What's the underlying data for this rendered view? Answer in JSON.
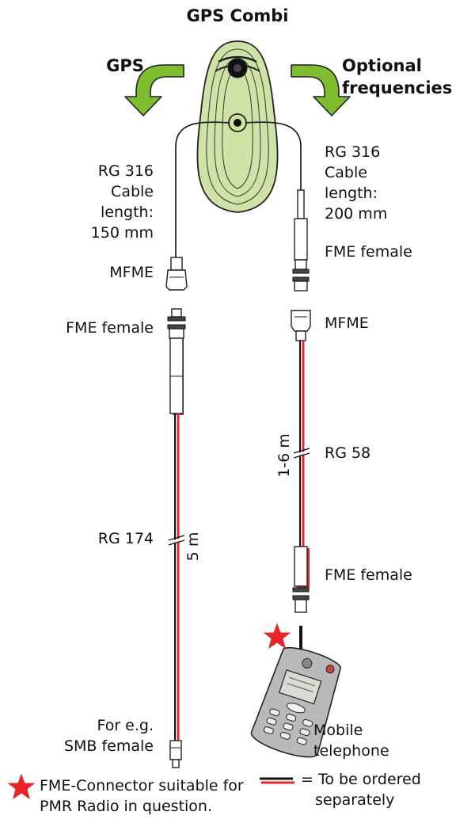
{
  "title": "GPS Combi",
  "left_header": "GPS",
  "right_header": [
    "Optional",
    "frequencies"
  ],
  "left_cable": {
    "lines": [
      "RG 316",
      "Cable",
      "length:",
      "150 mm"
    ]
  },
  "right_cable": {
    "lines": [
      "RG 316",
      "Cable",
      "length:",
      "200 mm"
    ]
  },
  "labels": {
    "mfme_left": "MFME",
    "fme_female_right_top": "FME female",
    "fme_female_left": "FME female",
    "mfme_right": "MFME",
    "rg58": "RG 58",
    "rg58_length": "1-6 m",
    "rg174": "RG 174",
    "rg174_length": "5 m",
    "fme_female_right_bottom": "FME female",
    "smb": [
      "For e.g.",
      "SMB female"
    ],
    "mobile": [
      "Mobile",
      "telephone"
    ]
  },
  "legend": {
    "star_text": [
      "FME-Connector suitable for",
      "PMR Radio in question."
    ],
    "line_text": [
      "= To be ordered",
      "separately"
    ]
  },
  "colors": {
    "antenna_fill": "#cfe3a6",
    "arrow_fill": "#7dbd2e",
    "highlight_red": "#e8242b",
    "cable_black": "#111111"
  }
}
